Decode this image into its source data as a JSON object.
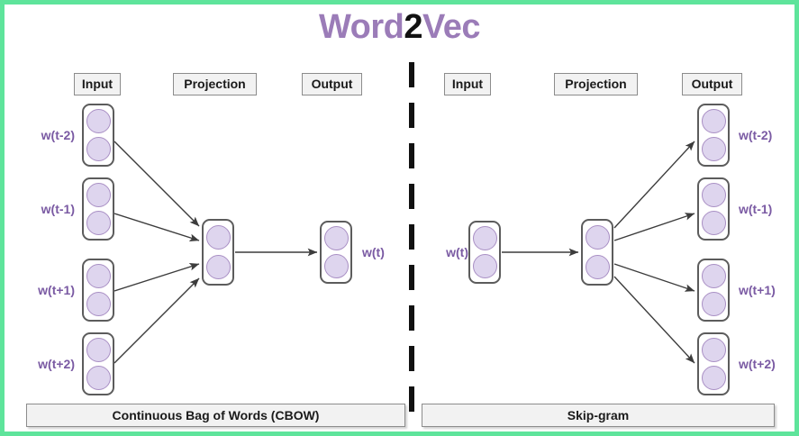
{
  "frame": {
    "border_color": "#5ee49b",
    "background": "#ffffff"
  },
  "title": {
    "prefix": "Word",
    "digit": "2",
    "suffix": "Vec",
    "full_text": "Word2Vec",
    "text_color": "#9b7cb8",
    "digit_color": "#111111"
  },
  "colors": {
    "node_fill": "#ded5ee",
    "node_stroke": "#a98fc4",
    "box_stroke": "#5c5c5c",
    "label_purple": "#7a5aa3",
    "chip_fill": "#f2f2f2",
    "chip_stroke": "#8c8c8c",
    "arrow": "#3c3c3c",
    "divider": "#111111"
  },
  "cbow": {
    "caption": "Continuous Bag of Words (CBOW)",
    "headers": {
      "input": "Input",
      "projection": "Projection",
      "output": "Output"
    },
    "input_labels": [
      "w(t-2)",
      "w(t-1)",
      "w(t+1)",
      "w(t+2)"
    ],
    "output_label": "w(t)"
  },
  "skipgram": {
    "caption": "Skip-gram",
    "headers": {
      "input": "Input",
      "projection": "Projection",
      "output": "Output"
    },
    "input_label": "w(t)",
    "output_labels": [
      "w(t-2)",
      "w(t-1)",
      "w(t+1)",
      "w(t+2)"
    ]
  },
  "divider": {
    "style": "dashed-vertical"
  }
}
